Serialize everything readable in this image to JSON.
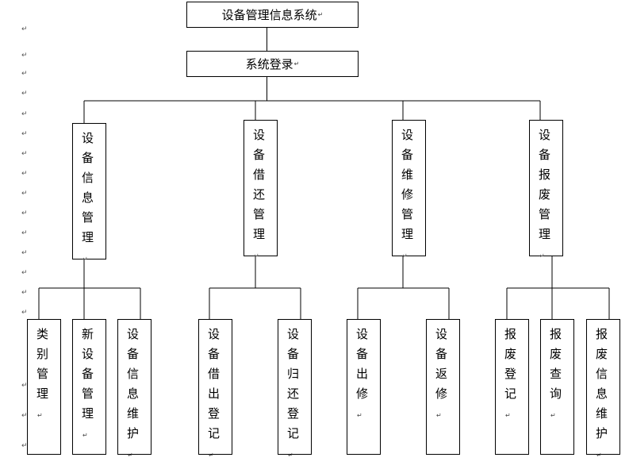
{
  "paragraph_mark": "↵",
  "root": {
    "label": "设备管理信息系统"
  },
  "login": {
    "label": "系统登录"
  },
  "modules": [
    {
      "label": "设备信息管理",
      "children": [
        "类别管理",
        "新设备管理",
        "设备信息维护"
      ]
    },
    {
      "label": "设备借还管理",
      "children": [
        "设备借出登记",
        "设备归还登记"
      ]
    },
    {
      "label": "设备维修管理",
      "children": [
        "设备出修",
        "设备返修"
      ]
    },
    {
      "label": "设备报废管理",
      "children": [
        "报废登记",
        "报废查询",
        "报废信息维护"
      ]
    }
  ]
}
